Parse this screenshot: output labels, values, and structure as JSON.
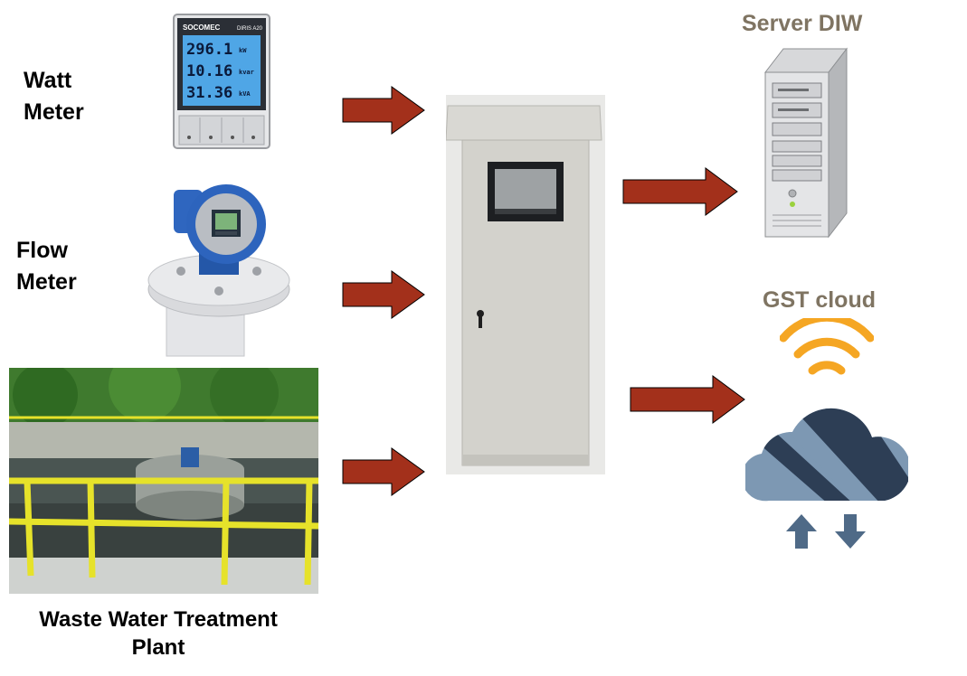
{
  "inputs": {
    "watt_meter": {
      "line1": "Watt",
      "line2": "Meter",
      "device": {
        "brand": "SOCOMEC",
        "model": "DIRIS A20",
        "readings": [
          {
            "value": "296.1",
            "unit": "kW"
          },
          {
            "value": "10.16",
            "unit": "kvar"
          },
          {
            "value": "31.36",
            "unit": "kVA"
          }
        ]
      }
    },
    "flow_meter": {
      "line1": "Flow",
      "line2": "Meter"
    },
    "plant": {
      "line1": "Waste Water Treatment",
      "line2": "Plant"
    }
  },
  "outputs": {
    "server": {
      "label": "Server DIW"
    },
    "cloud": {
      "label": "GST cloud"
    }
  },
  "colors": {
    "arrow": "#a3301b",
    "label_gray": "#7f7462",
    "cloud_dark": "#2d3e55",
    "cloud_light": "#7d98b3",
    "wifi": "#f5a623"
  },
  "icons": [
    "right-arrow-icon",
    "wifi-icon",
    "cloud-icon",
    "upload-arrow-icon",
    "download-arrow-icon"
  ]
}
